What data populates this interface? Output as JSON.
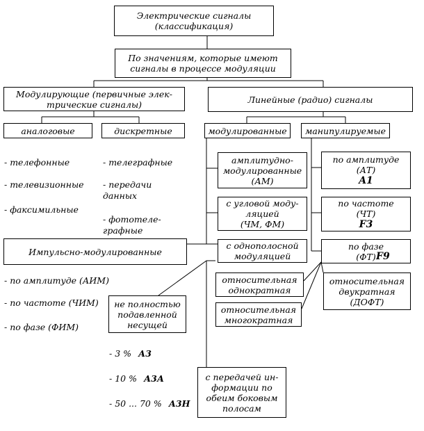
{
  "root": {
    "label": "Электрические сигналы\n(классификация)"
  },
  "by_values": {
    "label": "По значениям, которые имеют\nсигналы в процессе модуляции"
  },
  "modulating": {
    "label": "Модулирующие (первичные элек-\nтрические сигналы)"
  },
  "linear": {
    "label": "Линейные (радио) сигналы"
  },
  "analog": {
    "label": "аналоговые",
    "items": [
      "- телефонные",
      "- телевизионные",
      "- факсимильные"
    ]
  },
  "discrete": {
    "label": "дискретные",
    "items": [
      "- телеграфные",
      "- передачи\n  данных",
      "- фототеле-\n  графные"
    ]
  },
  "modulated": {
    "label": "модулированные"
  },
  "manipulated": {
    "label": "манипулируемые"
  },
  "am": {
    "label": "амплитудно-\nмодулированные\n(АМ)"
  },
  "angle": {
    "label": "с угловой моду-\nляцией\n(ЧМ, ФМ)"
  },
  "ssb": {
    "label": "с однополосной\nмодуляцией"
  },
  "amp_key": {
    "label": "по амплитуде\n(АТ)",
    "code": "A1"
  },
  "freq_key": {
    "label": "по частоте\n(ЧТ)",
    "code": "F3"
  },
  "phase_key": {
    "label": "по фазе\n(ФТ)",
    "code": "F9"
  },
  "pulse": {
    "label": "Импульсно-модулированные",
    "items": [
      "- по амплитуде (АИМ)",
      "- по частоте (ЧИМ)",
      "- по фазе (ФИМ)"
    ]
  },
  "rel_single": {
    "label": "относительная\nоднократная"
  },
  "rel_multi": {
    "label": "относительная\nмногократная"
  },
  "rel_double": {
    "label": "относительная\nдвукратная\n(ДОФТ)"
  },
  "partial_carrier": {
    "label": "не полностью\nподавленной\nнесущей",
    "items": [
      {
        "text": "- 3 %",
        "code": "А3"
      },
      {
        "text": "- 10 %",
        "code": "А3А"
      },
      {
        "text": "- 50 ... 70 %",
        "code": "А3Н"
      }
    ]
  },
  "both_sidebands": {
    "label": "с передачей ин-\nформации по\nобеим боковым\nполосам"
  },
  "colors": {
    "line": "#000000",
    "background": "#ffffff"
  }
}
